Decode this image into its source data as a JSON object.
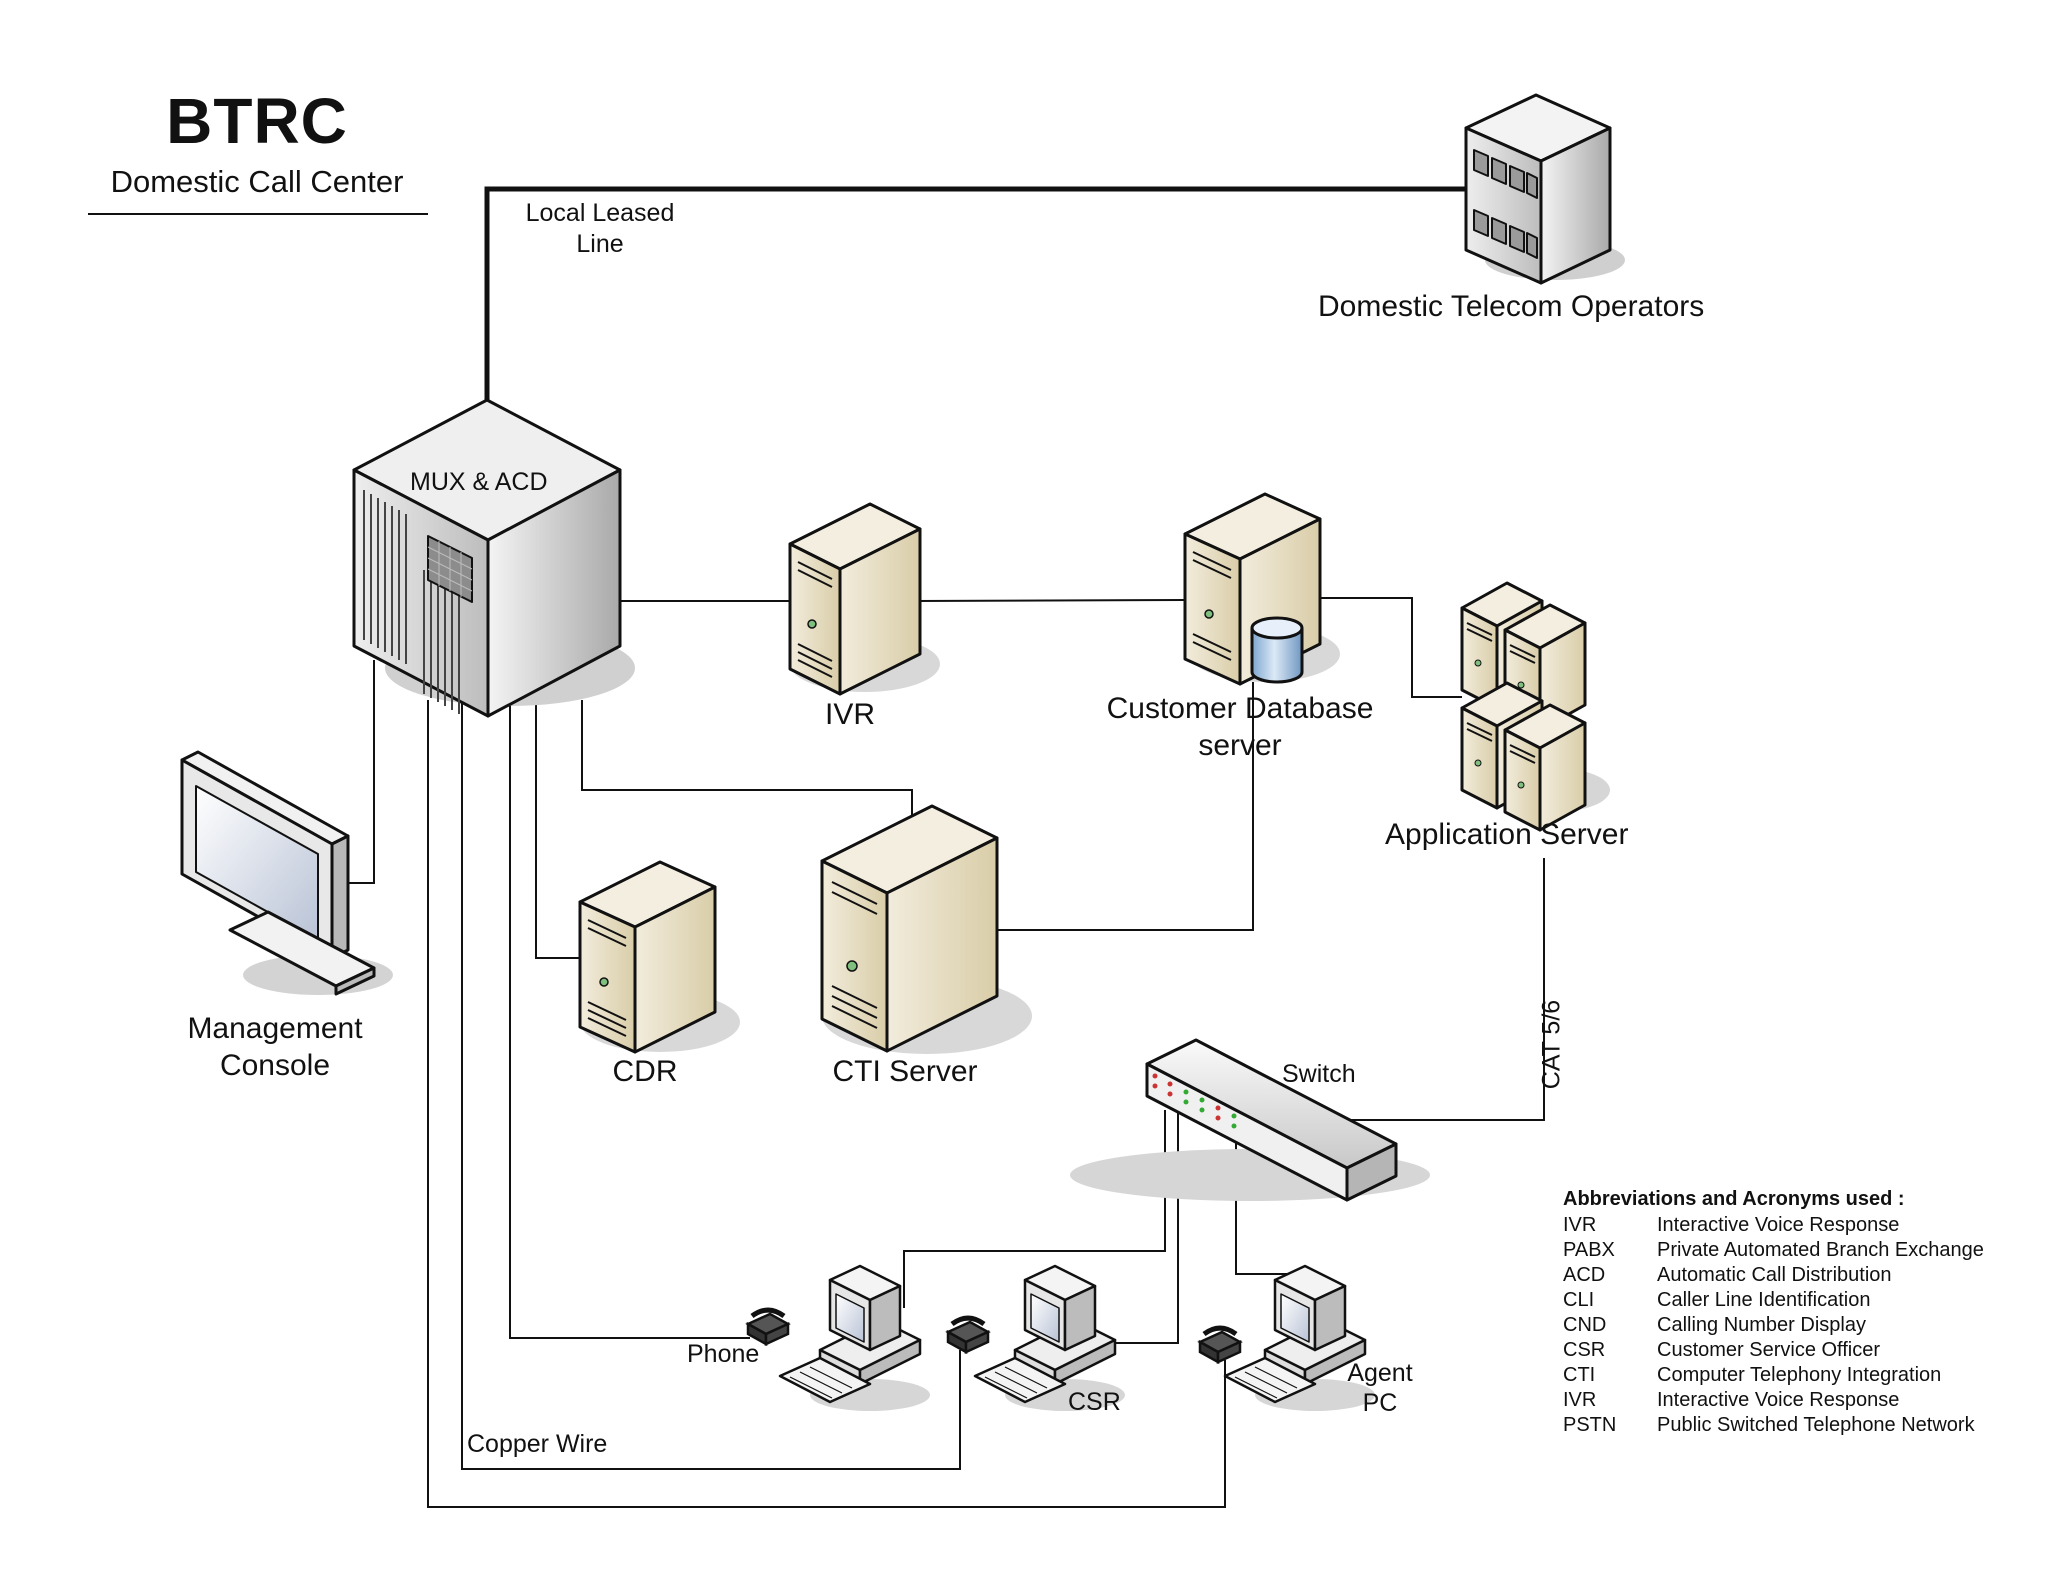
{
  "header": {
    "title": "BTRC",
    "subtitle": "Domestic Call Center"
  },
  "links": {
    "leased_line": "Local Leased\nLine",
    "copper_wire": "Copper Wire",
    "cat": "CAT 5/6"
  },
  "nodes": {
    "operators": "Domestic Telecom Operators",
    "mux": "MUX & ACD",
    "ivr": "IVR",
    "database": "Customer Database\nserver",
    "app_server": "Application Server",
    "console": "Management\nConsole",
    "cdr": "CDR",
    "cti": "CTI Server",
    "switch": "Switch",
    "phone": "Phone",
    "csr": "CSR",
    "agent_pc": "Agent\nPC"
  },
  "legend": {
    "heading": "Abbreviations and Acronyms used :",
    "items": [
      {
        "abbr": "IVR",
        "full": "Interactive Voice Response"
      },
      {
        "abbr": "PABX",
        "full": "Private Automated Branch Exchange"
      },
      {
        "abbr": "ACD",
        "full": "Automatic Call Distribution"
      },
      {
        "abbr": "CLI",
        "full": "Caller Line Identification"
      },
      {
        "abbr": "CND",
        "full": "Calling Number Display"
      },
      {
        "abbr": "CSR",
        "full": "Customer Service Officer"
      },
      {
        "abbr": "CTI",
        "full": "Computer Telephony Integration"
      },
      {
        "abbr": "IVR",
        "full": "Interactive Voice Response"
      },
      {
        "abbr": "PSTN",
        "full": "Public Switched Telephone Network"
      }
    ]
  }
}
